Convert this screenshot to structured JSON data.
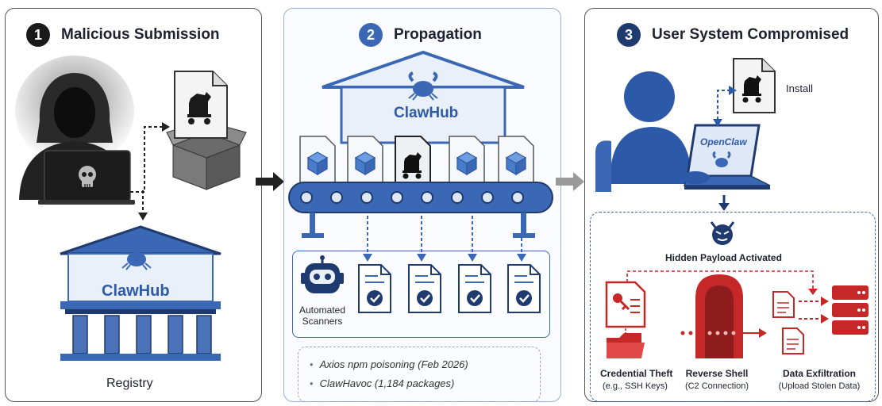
{
  "colors": {
    "navy": "#1f3a6e",
    "blue": "#3a68b4",
    "light_blue": "#dfe8f6",
    "red": "#c62828",
    "gray_arrow": "#9a9a9a"
  },
  "panel1": {
    "number": "1",
    "title": "Malicious Submission",
    "clawhub_label": "ClawHub",
    "registry_label": "Registry"
  },
  "panel2": {
    "number": "2",
    "title": "Propagation",
    "clawhub_label": "ClawHub",
    "scanner_label": "Automated\nScanners",
    "examples": [
      "Axios npm poisoning (Feb 2026)",
      "ClawHavoc (1,184 packages)"
    ]
  },
  "panel3": {
    "number": "3",
    "title": "User System Compromised",
    "install_label": "Install",
    "app_label": "OpenClaw",
    "payload_label": "Hidden Payload Activated",
    "stages": [
      {
        "title": "Credential Theft",
        "subtitle": "(e.g., SSH Keys)"
      },
      {
        "title": "Reverse Shell",
        "subtitle": "(C2 Connection)"
      },
      {
        "title": "Data Exfiltration",
        "subtitle": "(Upload Stolen Data)"
      }
    ]
  },
  "icons": [
    "hooded-hacker-icon",
    "skull-icon",
    "trojan-horse-icon",
    "box-icon",
    "crab-icon",
    "package-cube-icon",
    "conveyor-belt-icon",
    "robot-icon",
    "checkmark-icon",
    "user-silhouette-icon",
    "laptop-icon",
    "devil-icon",
    "key-icon",
    "folder-icon",
    "tunnel-icon",
    "document-icon",
    "server-icon"
  ]
}
